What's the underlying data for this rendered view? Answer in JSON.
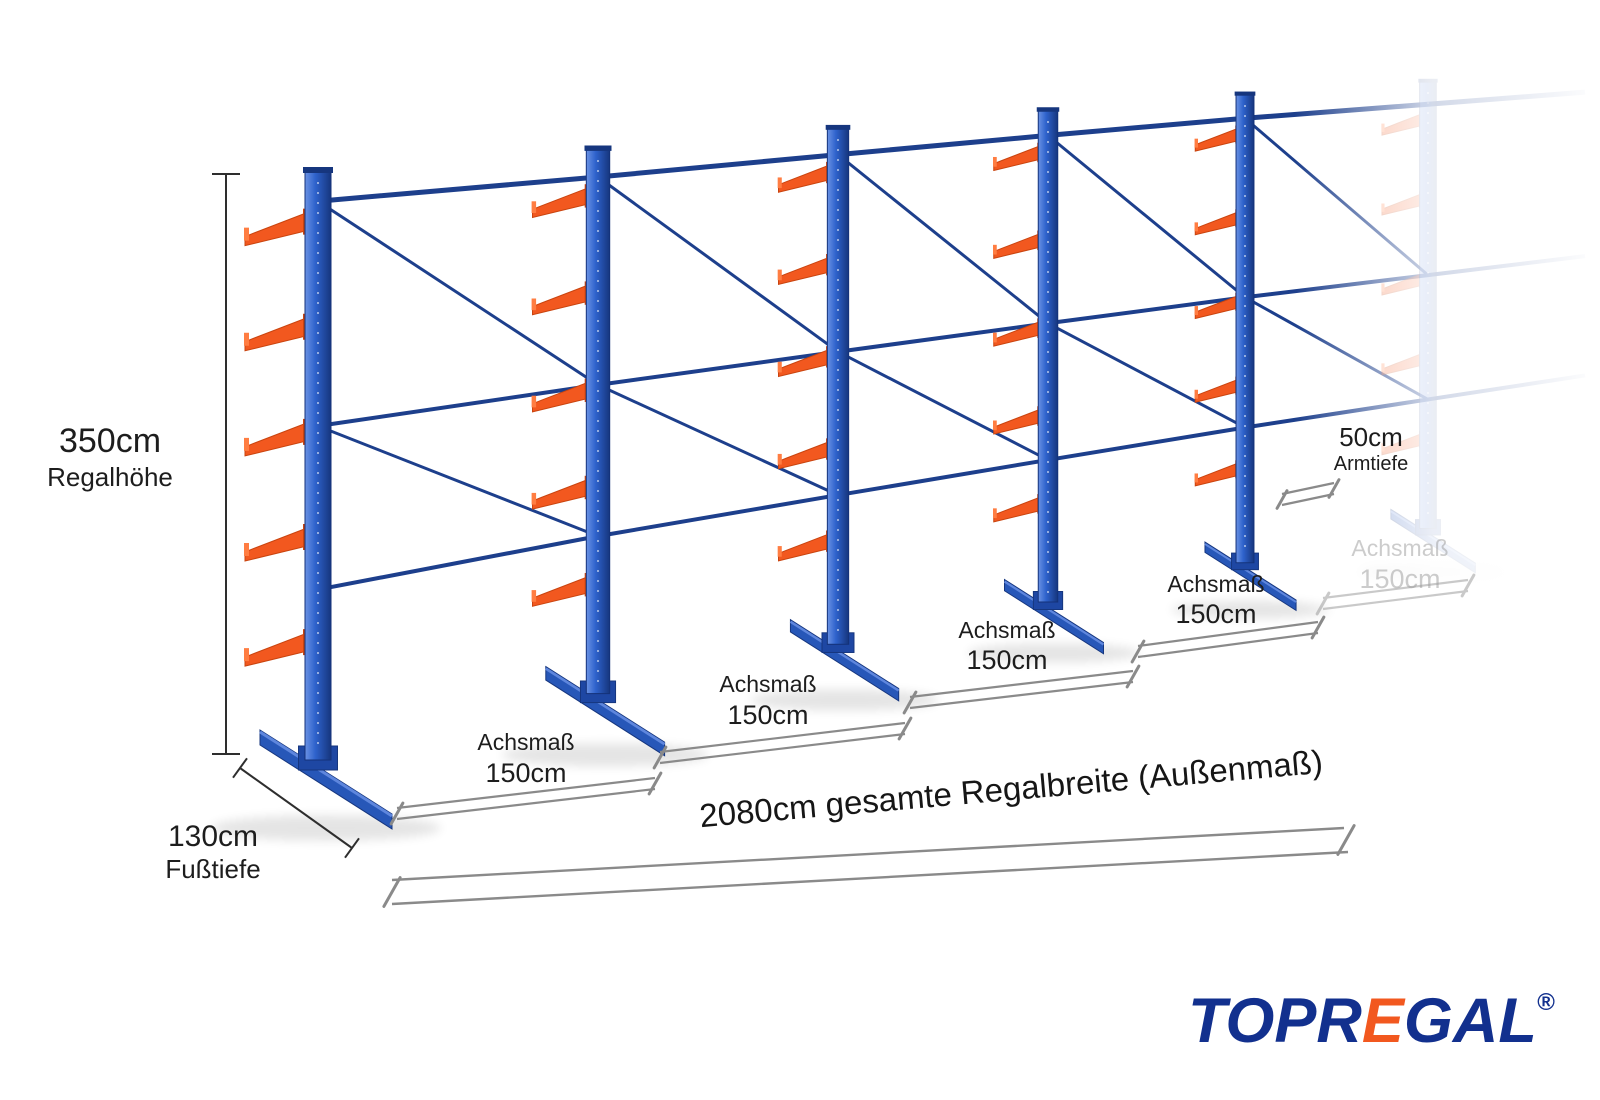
{
  "dims": {
    "height": {
      "value": "350cm",
      "label": "Regalhöhe"
    },
    "foot_depth": {
      "value": "130cm",
      "label": "Fußtiefe"
    },
    "arm_depth": {
      "value": "50cm",
      "label": "Armtiefe"
    },
    "total_width": {
      "text": "2080cm gesamte Regalbreite  (Außenmaß)"
    },
    "axis": [
      {
        "label": "Achsmaß",
        "value": "150cm"
      },
      {
        "label": "Achsmaß",
        "value": "150cm"
      },
      {
        "label": "Achsmaß",
        "value": "150cm"
      },
      {
        "label": "Achsmaß",
        "value": "150cm"
      },
      {
        "label": "Achsmaß",
        "value": "150cm"
      }
    ]
  },
  "logo": {
    "prefix": "TOPR",
    "accent": "E",
    "suffix": "GAL",
    "registered": "®"
  },
  "colors": {
    "upright_blue": "#2e62cc",
    "rail_blue": "#1d3f8c",
    "arm_orange": "#f2581f",
    "arm_orange_dark": "#c9440f",
    "arm_orange_light": "#ff7d42",
    "foot_blue": "#2757b8",
    "dim_text": "#1d1d1d",
    "dim_line_gray": "#8a8a8a",
    "dim_line_dark": "#2e2e2e",
    "logo_blue": "#12308e",
    "logo_orange": "#f2581f",
    "background": "#ffffff"
  },
  "rack": {
    "visible_uprights": 5,
    "faded_uprights": 1,
    "arm_levels_per_upright": 5,
    "horizontal_rail_levels": 3,
    "side": "single-sided"
  }
}
